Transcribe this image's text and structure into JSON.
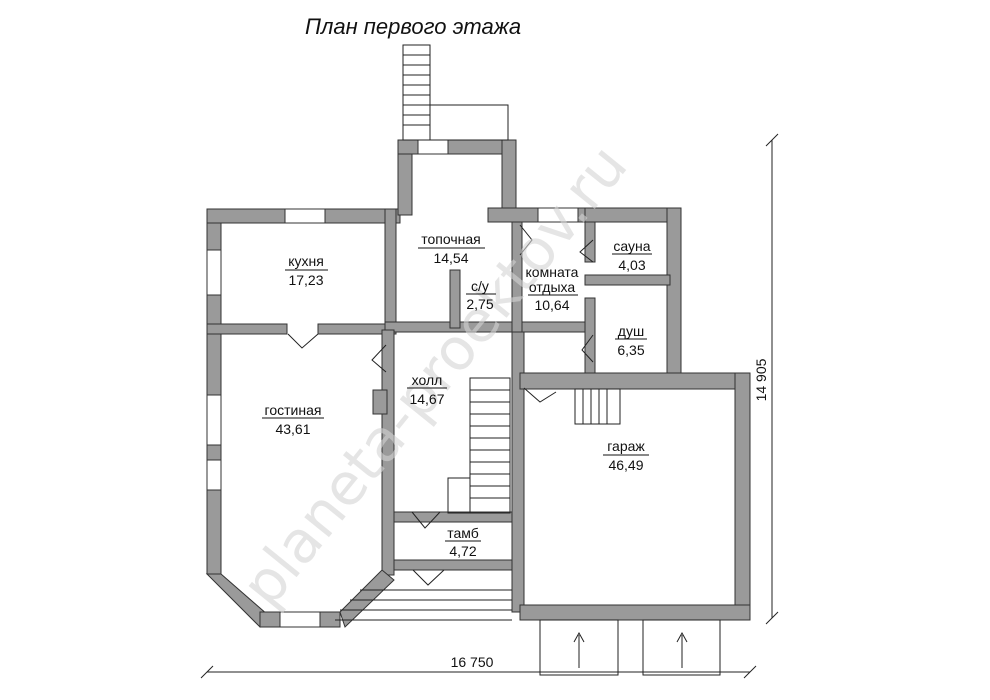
{
  "title": "План первого этажа",
  "rooms": {
    "kitchen": {
      "name": "кухня",
      "area": "17,23"
    },
    "boiler": {
      "name": "топочная",
      "area": "14,54"
    },
    "wc": {
      "name": "с/у",
      "area": "2,75"
    },
    "rest_line1": {
      "name": "комната"
    },
    "rest_line2": {
      "name": "отдыха",
      "area": "10,64"
    },
    "sauna": {
      "name": "сауна",
      "area": "4,03"
    },
    "shower": {
      "name": "душ",
      "area": "6,35"
    },
    "hall": {
      "name": "холл",
      "area": "14,67"
    },
    "living": {
      "name": "гостиная",
      "area": "43,61"
    },
    "garage": {
      "name": "гараж",
      "area": "46,49"
    },
    "vestibule": {
      "name": "тамб",
      "area": "4,72"
    }
  },
  "dimensions": {
    "width": "16 750",
    "height": "14 905"
  },
  "watermark": "planeta-proektov.ru",
  "colors": {
    "wall": "#9a9a9a",
    "line": "#222222",
    "watermark": "#d4d4d4"
  }
}
